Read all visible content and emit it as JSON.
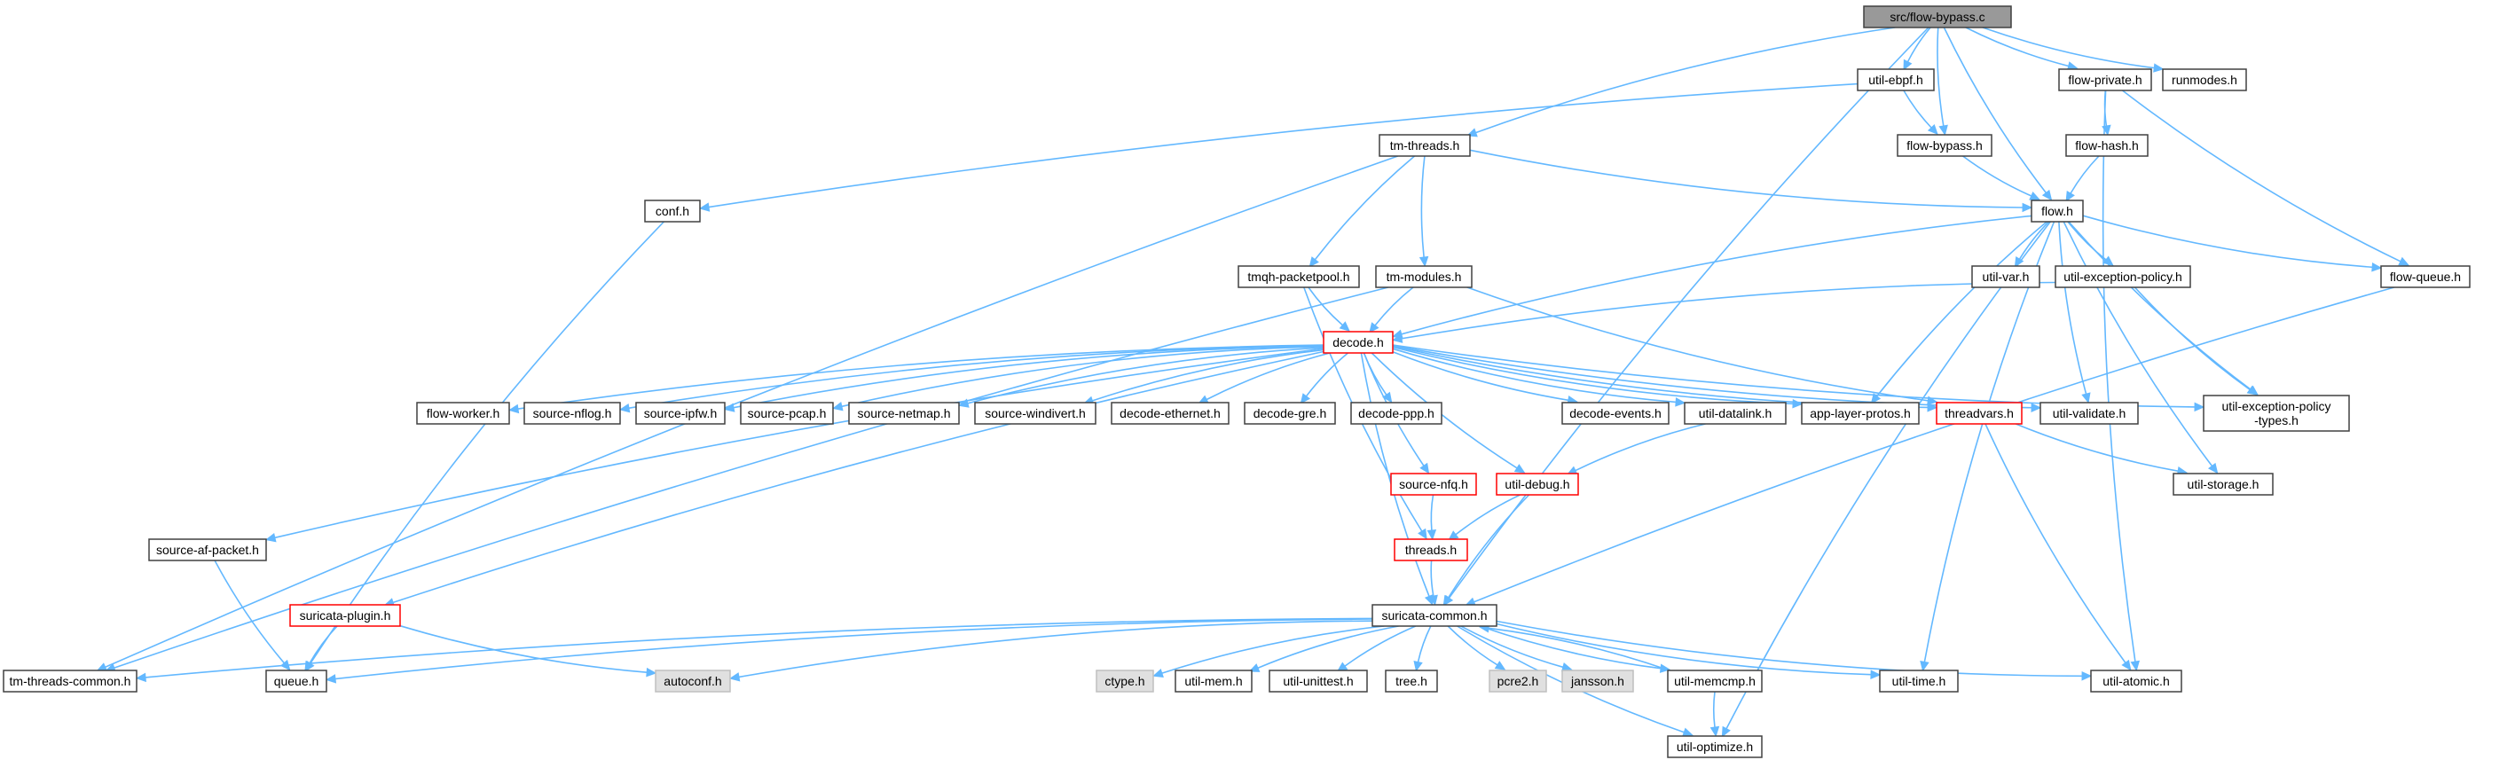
{
  "graph": {
    "title": "src/flow-bypass.c",
    "colors": {
      "edge": "#63b8ff",
      "node_border": "#404040",
      "root_fill": "#999999",
      "missing_fill": "#e0e0e0",
      "truncated_border": "#ff0000"
    },
    "nodes": [
      {
        "id": "flow-bypass-c",
        "label": "src/flow-bypass.c",
        "style": "root"
      },
      {
        "id": "util-ebpf-h",
        "label": "util-ebpf.h",
        "style": "normal"
      },
      {
        "id": "flow-private-h",
        "label": "flow-private.h",
        "style": "normal"
      },
      {
        "id": "runmodes-h",
        "label": "runmodes.h",
        "style": "normal"
      },
      {
        "id": "tm-threads-h",
        "label": "tm-threads.h",
        "style": "normal"
      },
      {
        "id": "flow-bypass-h",
        "label": "flow-bypass.h",
        "style": "normal"
      },
      {
        "id": "flow-hash-h",
        "label": "flow-hash.h",
        "style": "normal"
      },
      {
        "id": "conf-h",
        "label": "conf.h",
        "style": "normal"
      },
      {
        "id": "flow-h",
        "label": "flow.h",
        "style": "normal"
      },
      {
        "id": "tmqh-packetpool-h",
        "label": "tmqh-packetpool.h",
        "style": "normal"
      },
      {
        "id": "tm-modules-h",
        "label": "tm-modules.h",
        "style": "normal"
      },
      {
        "id": "util-var-h",
        "label": "util-var.h",
        "style": "normal"
      },
      {
        "id": "util-exception-policy-h",
        "label": "util-exception-policy.h",
        "style": "normal"
      },
      {
        "id": "flow-queue-h",
        "label": "flow-queue.h",
        "style": "normal"
      },
      {
        "id": "decode-h",
        "label": "decode.h",
        "style": "truncated"
      },
      {
        "id": "flow-worker-h",
        "label": "flow-worker.h",
        "style": "normal"
      },
      {
        "id": "source-nflog-h",
        "label": "source-nflog.h",
        "style": "normal"
      },
      {
        "id": "source-ipfw-h",
        "label": "source-ipfw.h",
        "style": "normal"
      },
      {
        "id": "source-pcap-h",
        "label": "source-pcap.h",
        "style": "normal"
      },
      {
        "id": "source-netmap-h",
        "label": "source-netmap.h",
        "style": "normal"
      },
      {
        "id": "source-windivert-h",
        "label": "source-windivert.h",
        "style": "normal"
      },
      {
        "id": "decode-ethernet-h",
        "label": "decode-ethernet.h",
        "style": "normal"
      },
      {
        "id": "decode-gre-h",
        "label": "decode-gre.h",
        "style": "normal"
      },
      {
        "id": "decode-ppp-h",
        "label": "decode-ppp.h",
        "style": "normal"
      },
      {
        "id": "decode-events-h",
        "label": "decode-events.h",
        "style": "normal"
      },
      {
        "id": "util-datalink-h",
        "label": "util-datalink.h",
        "style": "normal"
      },
      {
        "id": "app-layer-protos-h",
        "label": "app-layer-protos.h",
        "style": "normal"
      },
      {
        "id": "threadvars-h",
        "label": "threadvars.h",
        "style": "truncated"
      },
      {
        "id": "util-validate-h",
        "label": "util-validate.h",
        "style": "normal"
      },
      {
        "id": "util-exception-policy-types-h",
        "label": [
          "util-exception-policy",
          "-types.h"
        ],
        "style": "normal"
      },
      {
        "id": "source-nfq-h",
        "label": "source-nfq.h",
        "style": "truncated"
      },
      {
        "id": "util-debug-h",
        "label": "util-debug.h",
        "style": "truncated"
      },
      {
        "id": "util-storage-h",
        "label": "util-storage.h",
        "style": "normal"
      },
      {
        "id": "source-af-packet-h",
        "label": "source-af-packet.h",
        "style": "normal"
      },
      {
        "id": "threads-h",
        "label": "threads.h",
        "style": "truncated"
      },
      {
        "id": "suricata-plugin-h",
        "label": "suricata-plugin.h",
        "style": "truncated"
      },
      {
        "id": "suricata-common-h",
        "label": "suricata-common.h",
        "style": "normal"
      },
      {
        "id": "tm-threads-common-h",
        "label": "tm-threads-common.h",
        "style": "normal"
      },
      {
        "id": "queue-h",
        "label": "queue.h",
        "style": "normal"
      },
      {
        "id": "autoconf-h",
        "label": "autoconf.h",
        "style": "missing"
      },
      {
        "id": "ctype-h",
        "label": "ctype.h",
        "style": "missing"
      },
      {
        "id": "util-mem-h",
        "label": "util-mem.h",
        "style": "normal"
      },
      {
        "id": "util-unittest-h",
        "label": "util-unittest.h",
        "style": "normal"
      },
      {
        "id": "tree-h",
        "label": "tree.h",
        "style": "normal"
      },
      {
        "id": "pcre2-h",
        "label": "pcre2.h",
        "style": "missing"
      },
      {
        "id": "jansson-h",
        "label": "jansson.h",
        "style": "missing"
      },
      {
        "id": "util-memcmp-h",
        "label": "util-memcmp.h",
        "style": "normal"
      },
      {
        "id": "util-time-h",
        "label": "util-time.h",
        "style": "normal"
      },
      {
        "id": "util-atomic-h",
        "label": "util-atomic.h",
        "style": "normal"
      },
      {
        "id": "util-optimize-h",
        "label": "util-optimize.h",
        "style": "normal"
      }
    ],
    "edges": [
      [
        "flow-bypass-c",
        "util-ebpf-h"
      ],
      [
        "flow-bypass-c",
        "flow-private-h"
      ],
      [
        "flow-bypass-c",
        "runmodes-h"
      ],
      [
        "flow-bypass-c",
        "tm-threads-h"
      ],
      [
        "flow-bypass-c",
        "flow-bypass-h"
      ],
      [
        "flow-bypass-c",
        "flow-h"
      ],
      [
        "flow-bypass-c",
        "suricata-common-h"
      ],
      [
        "util-ebpf-h",
        "flow-bypass-h"
      ],
      [
        "util-ebpf-h",
        "conf-h"
      ],
      [
        "flow-private-h",
        "flow-hash-h"
      ],
      [
        "flow-private-h",
        "flow-queue-h"
      ],
      [
        "flow-private-h",
        "util-atomic-h"
      ],
      [
        "flow-hash-h",
        "flow-h"
      ],
      [
        "flow-bypass-h",
        "flow-h"
      ],
      [
        "tm-threads-h",
        "flow-h"
      ],
      [
        "tm-threads-h",
        "tmqh-packetpool-h"
      ],
      [
        "tm-threads-h",
        "tm-modules-h"
      ],
      [
        "tm-threads-h",
        "tm-threads-common-h"
      ],
      [
        "conf-h",
        "queue-h"
      ],
      [
        "flow-h",
        "decode-h"
      ],
      [
        "flow-h",
        "util-var-h"
      ],
      [
        "flow-h",
        "util-exception-policy-h"
      ],
      [
        "flow-h",
        "flow-queue-h"
      ],
      [
        "flow-h",
        "util-exception-policy-types-h"
      ],
      [
        "flow-h",
        "app-layer-protos-h"
      ],
      [
        "flow-h",
        "util-validate-h"
      ],
      [
        "flow-h",
        "util-storage-h"
      ],
      [
        "flow-h",
        "util-time-h"
      ],
      [
        "flow-h",
        "util-optimize-h"
      ],
      [
        "tmqh-packetpool-h",
        "decode-h"
      ],
      [
        "tmqh-packetpool-h",
        "threads-h"
      ],
      [
        "tm-modules-h",
        "decode-h"
      ],
      [
        "tm-modules-h",
        "threadvars-h"
      ],
      [
        "tm-modules-h",
        "tm-threads-common-h"
      ],
      [
        "util-exception-policy-h",
        "decode-h"
      ],
      [
        "util-exception-policy-h",
        "util-exception-policy-types-h"
      ],
      [
        "flow-queue-h",
        "suricata-common-h"
      ],
      [
        "decode-h",
        "flow-worker-h"
      ],
      [
        "decode-h",
        "source-nflog-h"
      ],
      [
        "decode-h",
        "source-ipfw-h"
      ],
      [
        "decode-h",
        "source-pcap-h"
      ],
      [
        "decode-h",
        "source-netmap-h"
      ],
      [
        "decode-h",
        "source-windivert-h"
      ],
      [
        "decode-h",
        "decode-ethernet-h"
      ],
      [
        "decode-h",
        "decode-gre-h"
      ],
      [
        "decode-h",
        "decode-ppp-h"
      ],
      [
        "decode-h",
        "decode-events-h"
      ],
      [
        "decode-h",
        "util-datalink-h"
      ],
      [
        "decode-h",
        "app-layer-protos-h"
      ],
      [
        "decode-h",
        "threadvars-h"
      ],
      [
        "decode-h",
        "util-validate-h"
      ],
      [
        "decode-h",
        "util-exception-policy-types-h"
      ],
      [
        "decode-h",
        "source-nfq-h"
      ],
      [
        "decode-h",
        "util-debug-h"
      ],
      [
        "decode-h",
        "source-af-packet-h"
      ],
      [
        "decode-h",
        "suricata-plugin-h"
      ],
      [
        "decode-h",
        "suricata-common-h"
      ],
      [
        "util-datalink-h",
        "util-debug-h"
      ],
      [
        "threadvars-h",
        "util-storage-h"
      ],
      [
        "threadvars-h",
        "util-atomic-h"
      ],
      [
        "source-nfq-h",
        "threads-h"
      ],
      [
        "util-debug-h",
        "threads-h"
      ],
      [
        "util-debug-h",
        "suricata-common-h"
      ],
      [
        "threads-h",
        "suricata-common-h"
      ],
      [
        "source-af-packet-h",
        "queue-h"
      ],
      [
        "suricata-plugin-h",
        "queue-h"
      ],
      [
        "suricata-plugin-h",
        "autoconf-h"
      ],
      [
        "suricata-common-h",
        "tm-threads-common-h"
      ],
      [
        "suricata-common-h",
        "queue-h"
      ],
      [
        "suricata-common-h",
        "autoconf-h"
      ],
      [
        "suricata-common-h",
        "ctype-h"
      ],
      [
        "suricata-common-h",
        "util-mem-h"
      ],
      [
        "suricata-common-h",
        "util-unittest-h"
      ],
      [
        "suricata-common-h",
        "tree-h"
      ],
      [
        "suricata-common-h",
        "pcre2-h"
      ],
      [
        "suricata-common-h",
        "jansson-h"
      ],
      [
        "suricata-common-h",
        "util-memcmp-h"
      ],
      [
        "suricata-common-h",
        "util-time-h"
      ],
      [
        "suricata-common-h",
        "util-atomic-h"
      ],
      [
        "suricata-common-h",
        "util-optimize-h"
      ],
      [
        "util-memcmp-h",
        "suricata-common-h"
      ],
      [
        "util-memcmp-h",
        "util-optimize-h"
      ]
    ]
  }
}
